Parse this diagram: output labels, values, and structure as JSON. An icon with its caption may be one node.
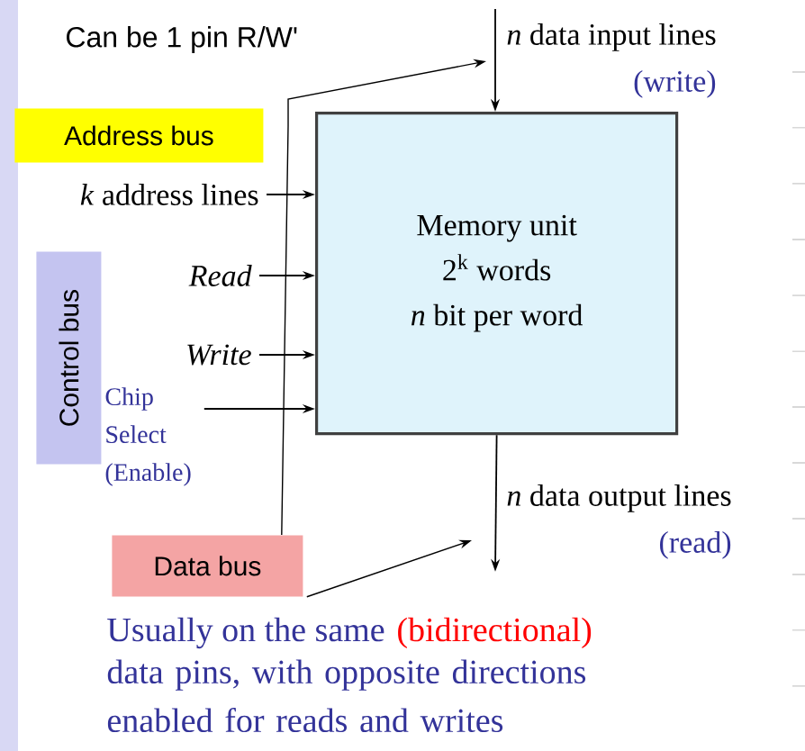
{
  "diagram": {
    "nodes": [
      {
        "text": [
          "Memory unit",
          "2$^{k}$ words",
          "*n* bit per word"
        ]
      },
      {
        "text": [
          "*n* data input lines",
          "(write)"
        ]
      },
      {
        "text": [
          "*n* data output lines",
          "(read)"
        ]
      },
      {
        "text": [
          "*k* address lines"
        ]
      },
      {
        "text": [
          "Read"
        ]
      },
      {
        "text": [
          "Write"
        ]
      },
      {
        "text": [
          "Chip Select (Enable)"
        ]
      },
      {
        "text": [
          "Data bus"
        ]
      },
      {
        "text": [
          "Address bus"
        ]
      },
      {
        "text": [
          "Control bus"
        ]
      }
    ],
    "edges": [
      {
        "from": 1,
        "to": 0,
        "arrow": "to"
      },
      {
        "from": 0,
        "to": 2,
        "arrow": "to"
      },
      {
        "from": 3,
        "to": 0,
        "arrow": "to"
      },
      {
        "from": 4,
        "to": 0,
        "arrow": "to"
      },
      {
        "from": 5,
        "to": 0,
        "arrow": "to"
      },
      {
        "from": 6,
        "to": 0,
        "arrow": "to"
      },
      {
        "from": 7,
        "to": 1,
        "arrow": "to"
      },
      {
        "from": 7,
        "to": 2,
        "arrow": "to"
      }
    ],
    "labels": [
      "Can be 1 pin R/W'",
      "Usually on the same",
      "(bidirectional)",
      "data pins, with opposite directions enabled for reads and writes"
    ]
  }
}
